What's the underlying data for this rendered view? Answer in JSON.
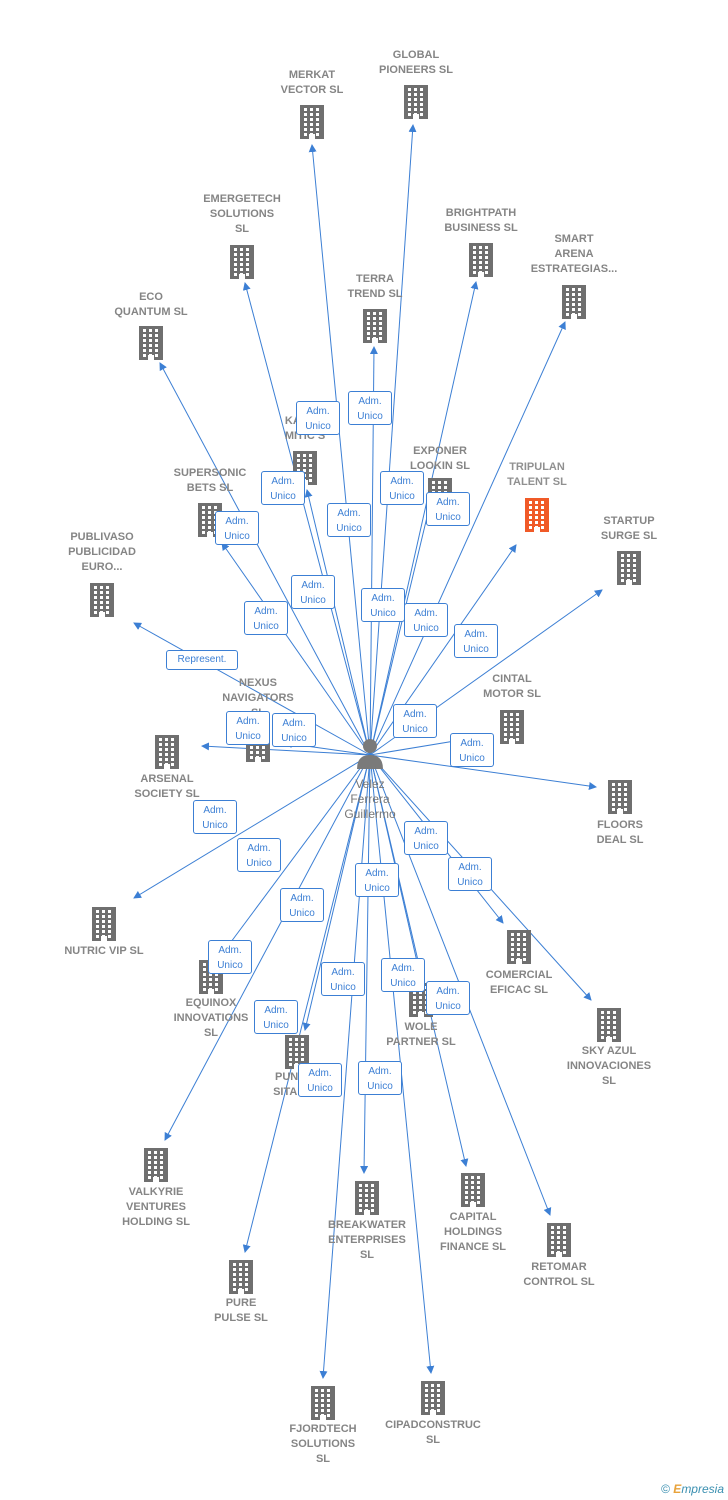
{
  "center": {
    "name": "Velez\nFerrera\nGuillermo",
    "icon": "person-icon"
  },
  "colors": {
    "edge": "#3c7fd4",
    "building": "#6f6f6f",
    "highlight": "#f05a28"
  },
  "companies": [
    {
      "id": "merkat-vector-sl",
      "label": "MERKAT\nVECTOR  SL"
    },
    {
      "id": "global-pioneers-sl",
      "label": "GLOBAL\nPIONEERS  SL"
    },
    {
      "id": "emergetech-solutions-sl",
      "label": "EMERGETECH\nSOLUTIONS\nSL"
    },
    {
      "id": "brightpath-business-sl",
      "label": "BRIGHTPATH\nBUSINESS  SL"
    },
    {
      "id": "smart-arena-estrategias",
      "label": "SMART\nARENA\nESTRATEGIAS..."
    },
    {
      "id": "terra-trend-sl",
      "label": "TERRA\nTREND  SL"
    },
    {
      "id": "eco-quantum-sl",
      "label": "ECO\nQUANTUM  SL"
    },
    {
      "id": "kapital-mitic",
      "label": "KAPITA\nMITIC  S"
    },
    {
      "id": "exponer-lookin-sl",
      "label": "EXPONER\nLOOKIN  SL"
    },
    {
      "id": "tripulan-talent-sl",
      "label": "TRIPULAN\nTALENT  SL",
      "highlight": true
    },
    {
      "id": "supersonic-bets-sl",
      "label": "SUPERSONIC\nBETS  SL"
    },
    {
      "id": "startup-surge-sl",
      "label": "STARTUP\nSURGE  SL"
    },
    {
      "id": "publivaso-publicidad-euro",
      "label": "PUBLIVASO\nPUBLICIDAD\nEURO..."
    },
    {
      "id": "nexus-navigators-sl",
      "label": "NEXUS\nNAVIGATORS\nSL"
    },
    {
      "id": "cintal-motor-sl",
      "label": "CINTAL\nMOTOR  SL"
    },
    {
      "id": "arsenal-society-sl",
      "label": "ARSENAL\nSOCIETY  SL"
    },
    {
      "id": "floors-deal-sl",
      "label": "FLOORS\nDEAL  SL"
    },
    {
      "id": "nutric-vip-sl",
      "label": "NUTRIC VIP  SL"
    },
    {
      "id": "comercial-eficac-sl",
      "label": "COMERCIAL\nEFICAC  SL"
    },
    {
      "id": "equinox-innovations-sl",
      "label": "EQUINOX\nINNOVATIONS\nSL"
    },
    {
      "id": "sky-azul-innovaciones-sl",
      "label": "SKY AZUL\nINNOVACIONES\nSL"
    },
    {
      "id": "wole-partner-sl",
      "label": "WOLE\nPARTNER  SL"
    },
    {
      "id": "puntel-sital-sl",
      "label": "PUNTEL\nSITAL  SL"
    },
    {
      "id": "valkyrie-ventures-holding-sl",
      "label": "VALKYRIE\nVENTURES\nHOLDING  SL"
    },
    {
      "id": "capital-holdings-finance-sl",
      "label": "CAPITAL\nHOLDINGS\nFINANCE  SL"
    },
    {
      "id": "breakwater-enterprises-sl",
      "label": "BREAKWATER\nENTERPRISES\nSL"
    },
    {
      "id": "retomar-control-sl",
      "label": "RETOMAR\nCONTROL  SL"
    },
    {
      "id": "pure-pulse-sl",
      "label": "PURE\nPULSE  SL"
    },
    {
      "id": "fjordtech-solutions-sl",
      "label": "FJORDTECH\nSOLUTIONS\nSL"
    },
    {
      "id": "cipadconstruc-sl",
      "label": "CIPADCONSTRUC\nSL"
    }
  ],
  "relations": [
    {
      "target": "merkat-vector-sl",
      "label": "Adm.\nUnico"
    },
    {
      "target": "global-pioneers-sl",
      "label": "Adm.\nUnico"
    },
    {
      "target": "emergetech-solutions-sl",
      "label": "Adm.\nUnico"
    },
    {
      "target": "brightpath-business-sl",
      "label": "Adm.\nUnico"
    },
    {
      "target": "smart-arena-estrategias",
      "label": "Adm.\nUnico"
    },
    {
      "target": "terra-trend-sl",
      "label": "Adm.\nUnico"
    },
    {
      "target": "eco-quantum-sl",
      "label": "Adm.\nUnico"
    },
    {
      "target": "kapital-mitic",
      "label": "Adm.\nUnico"
    },
    {
      "target": "exponer-lookin-sl",
      "label": "Adm.\nUnico"
    },
    {
      "target": "tripulan-talent-sl",
      "label": "Adm.\nUnico"
    },
    {
      "target": "supersonic-bets-sl",
      "label": "Adm.\nUnico"
    },
    {
      "target": "startup-surge-sl",
      "label": "Adm.\nUnico"
    },
    {
      "target": "publivaso-publicidad-euro",
      "label": "Represent."
    },
    {
      "target": "nexus-navigators-sl",
      "label": "Adm.\nUnico"
    },
    {
      "target": "cintal-motor-sl",
      "label": "Adm.\nUnico"
    },
    {
      "target": "arsenal-society-sl",
      "label": "Adm.\nUnico"
    },
    {
      "target": "floors-deal-sl",
      "label": "Adm.\nUnico"
    },
    {
      "target": "nutric-vip-sl",
      "label": "Adm.\nUnico"
    },
    {
      "target": "comercial-eficac-sl",
      "label": "Adm.\nUnico"
    },
    {
      "target": "equinox-innovations-sl",
      "label": "Adm.\nUnico"
    },
    {
      "target": "sky-azul-innovaciones-sl",
      "label": "Adm.\nUnico"
    },
    {
      "target": "wole-partner-sl",
      "label": "Adm.\nUnico"
    },
    {
      "target": "puntel-sital-sl",
      "label": "Adm.\nUnico"
    },
    {
      "target": "valkyrie-ventures-holding-sl",
      "label": "Adm.\nUnico"
    },
    {
      "target": "capital-holdings-finance-sl",
      "label": "Adm.\nUnico"
    },
    {
      "target": "breakwater-enterprises-sl",
      "label": "Adm.\nUnico"
    },
    {
      "target": "retomar-control-sl",
      "label": "Adm.\nUnico"
    },
    {
      "target": "pure-pulse-sl",
      "label": "Adm.\nUnico"
    },
    {
      "target": "fjordtech-solutions-sl",
      "label": "Adm.\nUnico"
    },
    {
      "target": "cipadconstruc-sl",
      "label": "Adm.\nUnico"
    }
  ],
  "footer": {
    "copyright": "©",
    "brand_e": "E",
    "brand_rest": "mpresia"
  }
}
